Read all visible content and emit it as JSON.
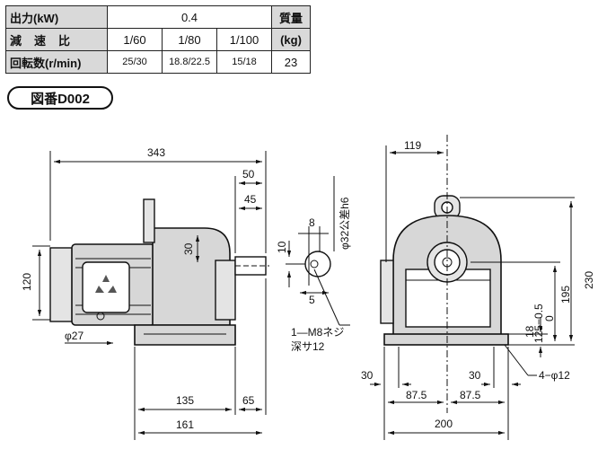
{
  "spec_table": {
    "rows": [
      {
        "label": "出力(kW)",
        "values": [
          "0.4"
        ],
        "extra": "質量"
      },
      {
        "label": "減速比",
        "values": [
          "1/60",
          "1/80",
          "1/100"
        ],
        "extra": "(kg)"
      },
      {
        "label": "回転数(r/min)",
        "values": [
          "25/30",
          "18.8/22.5",
          "15/18"
        ],
        "extra": "23"
      }
    ]
  },
  "drawing_no": "図番D002",
  "dimensions": {
    "d343": "343",
    "d50": "50",
    "d45": "45",
    "d30_side": "30",
    "d120": "120",
    "d27": "φ27",
    "d135": "135",
    "d65": "65",
    "d161": "161",
    "d8": "8",
    "d10": "10",
    "d5": "5",
    "shaft": "φ32公差h6",
    "tap": "1―M8ネジ",
    "tap_depth": "深サ12",
    "d119": "119",
    "d230": "230",
    "d195": "195",
    "tol_top": "0",
    "tol_bottom": "125−0.5",
    "d18": "18",
    "d30_left": "30",
    "d30_right": "30",
    "d87_5_left": "87.5",
    "d87_5_right": "87.5",
    "d200": "200",
    "holes": "4−φ12"
  }
}
